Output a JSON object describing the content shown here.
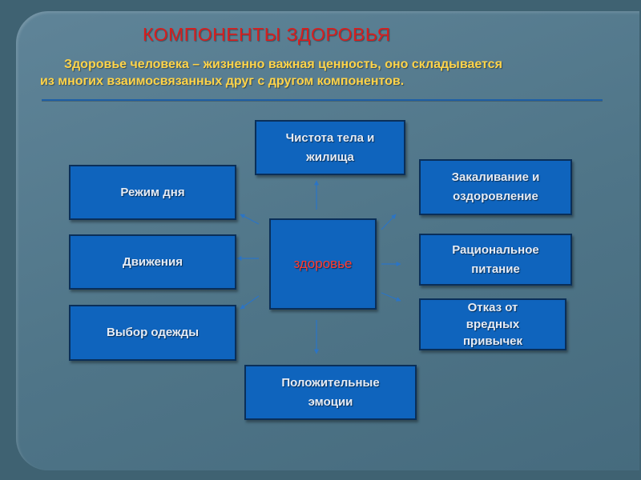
{
  "title": "КОМПОНЕНТЫ ЗДОРОВЬЯ",
  "subtitle": {
    "line1": "Здоровье человека – жизненно важная ценность, оно складывается",
    "line2": "из многих  взаимосвязанных друг с другом компонентов."
  },
  "center": "здоровье",
  "components": {
    "cleanliness": "Чистота тела и\nжилища",
    "daily_routine": "Режим дня",
    "movement": "Движения",
    "clothing": "Выбор одежды",
    "emotions": "Положительные\nэмоции",
    "hardening": "Закаливание и\nоздоровление",
    "nutrition": "Рациональное\nпитание",
    "habits": "Отказ от\nвредных\nпривычек"
  },
  "colors": {
    "title": "#d81e1e",
    "subtitle": "#ffd44a",
    "box_fill": "#0f64bd",
    "center_text": "#ff3b2f",
    "background": "#4f7588"
  }
}
